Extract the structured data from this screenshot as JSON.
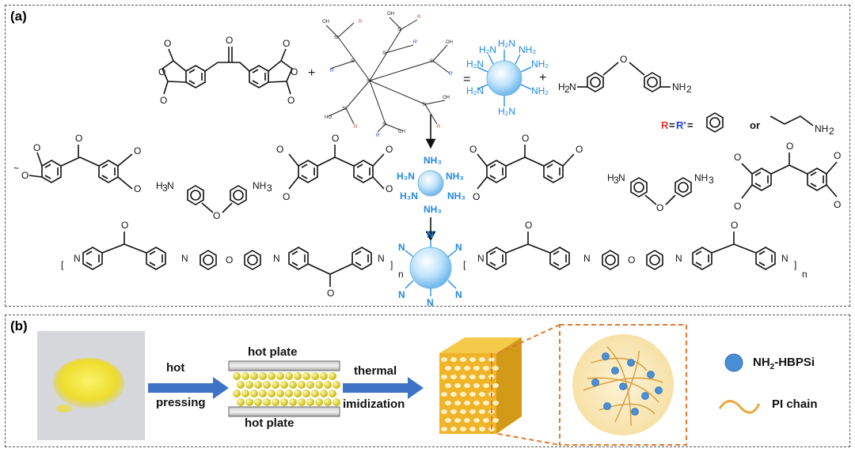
{
  "panel_a": {
    "label": "(a)",
    "plus": "+",
    "equals": "=",
    "nh2": "NH",
    "h2n": "H",
    "n_sub": "n",
    "r_label": "R",
    "r_prime_label": "R'",
    "r_def_equals": "=",
    "or_text": "or",
    "nh3": "NH",
    "h3n": "H",
    "colors": {
      "blue_amine": "#1e88e5",
      "red_r": "#e53935",
      "blue_r": "#1e3fe5",
      "sphere": "#9fd1f5"
    }
  },
  "panel_b": {
    "label": "(b)",
    "hot_label": "hot",
    "pressing_label": "pressing",
    "hot_plate_top": "hot plate",
    "hot_plate_bottom": "hot plate",
    "thermal_label": "thermal",
    "imidization_label": "imidization",
    "legend_nh2_prefix": "NH",
    "legend_nh2_suffix": "-HBPSi",
    "legend_pi": "PI chain",
    "colors": {
      "arrow": "#3f73c6",
      "powder": "#f2e53a",
      "cube": "#f0b428",
      "dashed": "#e07a30",
      "node": "#4a8fd6"
    }
  }
}
